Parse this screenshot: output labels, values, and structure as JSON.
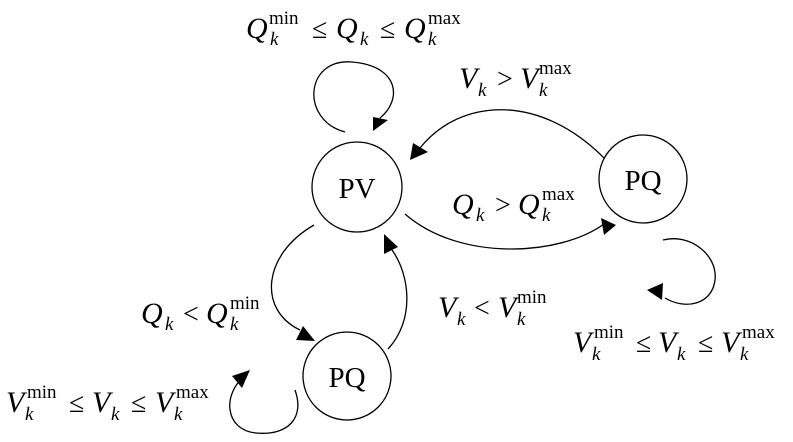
{
  "nodes": {
    "pv": {
      "label": "PV"
    },
    "pq_right": {
      "label": "PQ"
    },
    "pq_bottom": {
      "label": "PQ"
    }
  },
  "conditions": {
    "pv_self_loop": {
      "var": "Q",
      "sub": "k",
      "op": "≤",
      "min_sup": "min",
      "max_sup": "max"
    },
    "pv_to_pq_right": {
      "var": "Q",
      "sub": "k",
      "op": ">",
      "sup": "max"
    },
    "pq_right_to_pv": {
      "var": "V",
      "sub": "k",
      "op": ">",
      "sup": "max"
    },
    "pq_right_self_loop": {
      "var": "V",
      "sub": "k",
      "op": "≤",
      "min_sup": "min",
      "max_sup": "max"
    },
    "pv_to_pq_bottom": {
      "var": "Q",
      "sub": "k",
      "op": "<",
      "sup": "min"
    },
    "pq_bottom_to_pv": {
      "var": "V",
      "sub": "k",
      "op": "<",
      "sup": "min"
    },
    "pq_bottom_self_loop": {
      "var": "V",
      "sub": "k",
      "op": "≤",
      "min_sup": "min",
      "max_sup": "max"
    }
  }
}
